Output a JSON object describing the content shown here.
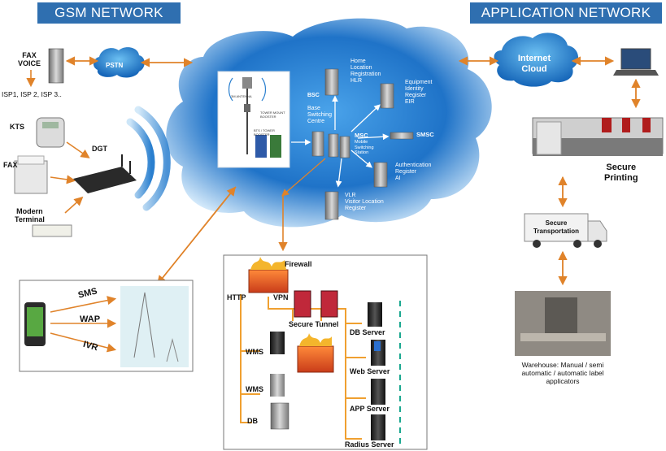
{
  "headers": {
    "left": "GSM  NETWORK",
    "right": "APPLICATION NETWORK"
  },
  "left_devices": {
    "fax_voice": "FAX\nVOICE",
    "isp": "ISP1, ISP 2, ISP 3..",
    "pstn": "PSTN",
    "kts": "KTS",
    "dgt": "DGT",
    "fax": "FAX",
    "modern_terminal": "Modern\nTerminal"
  },
  "gsm_cloud": {
    "bsc": "BSC",
    "hlr": "Home\nLocation\nRegistration\nHLR",
    "eir": "Equipment\nIdentity\nRegister\nEIR",
    "bsc_centre": "Base\nSwitching\nCentre",
    "msc": "MSC",
    "msc_sub": "Mobile\nSwitching\nStation",
    "smsc": "SMSC",
    "auth": "Authentication\nRegister\nAI",
    "vlr": "VLR\nVisitor Location\nRegister",
    "tower_top": "3M ANTENNA",
    "tower_mid": "TOWER MOUNT\nBOOSTER",
    "tower_bot": "BTS / TOWER\nBOOSTER"
  },
  "internet_cloud": "Internet\nCloud",
  "right_side": {
    "secure_printing": "Secure\nPrinting",
    "secure_transport": "Secure\nTransportation",
    "warehouse": "Warehouse: Manual / semi\nautomatic / automatic label\napplicators"
  },
  "mobile_box": {
    "sms": "SMS",
    "wap": "WAP",
    "ivr": "IVR"
  },
  "server_box": {
    "firewall": "Firewall",
    "http": "HTTP",
    "vpn": "VPN",
    "secure_tunnel": "Secure Tunnel",
    "db_server": "DB Server",
    "wms1": "WMS",
    "web_server": "Web Server",
    "wms2": "WMS",
    "app_server": "APP Server",
    "db": "DB",
    "radius_server": "Radius Server"
  }
}
